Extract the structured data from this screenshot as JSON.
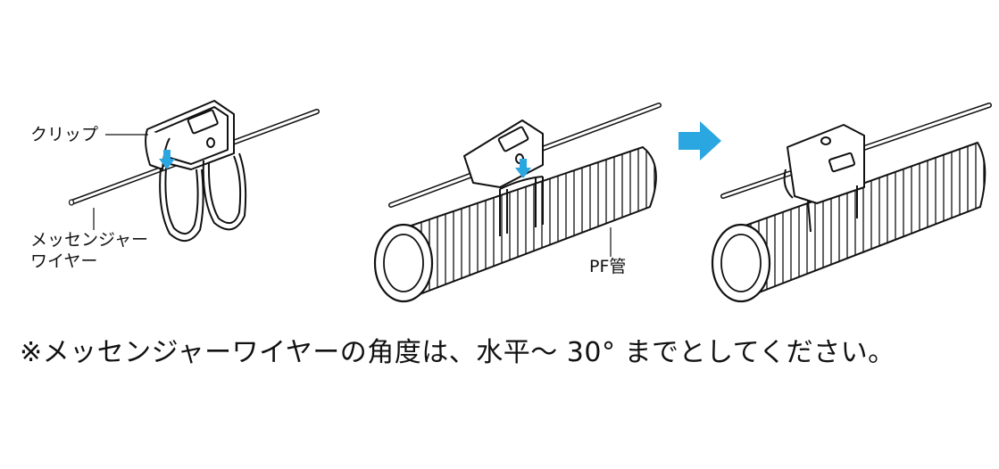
{
  "labels": {
    "clip": "クリップ",
    "messenger_wire_line1": "メッセンジャー",
    "messenger_wire_line2": "ワイヤー",
    "pf_pipe": "PF管"
  },
  "note": "※メッセンジャーワイヤーの角度は、水平～ 30° までとしてください。",
  "colors": {
    "line": "#111111",
    "arrow_accent": "#2aa7e0",
    "background": "#ffffff"
  }
}
